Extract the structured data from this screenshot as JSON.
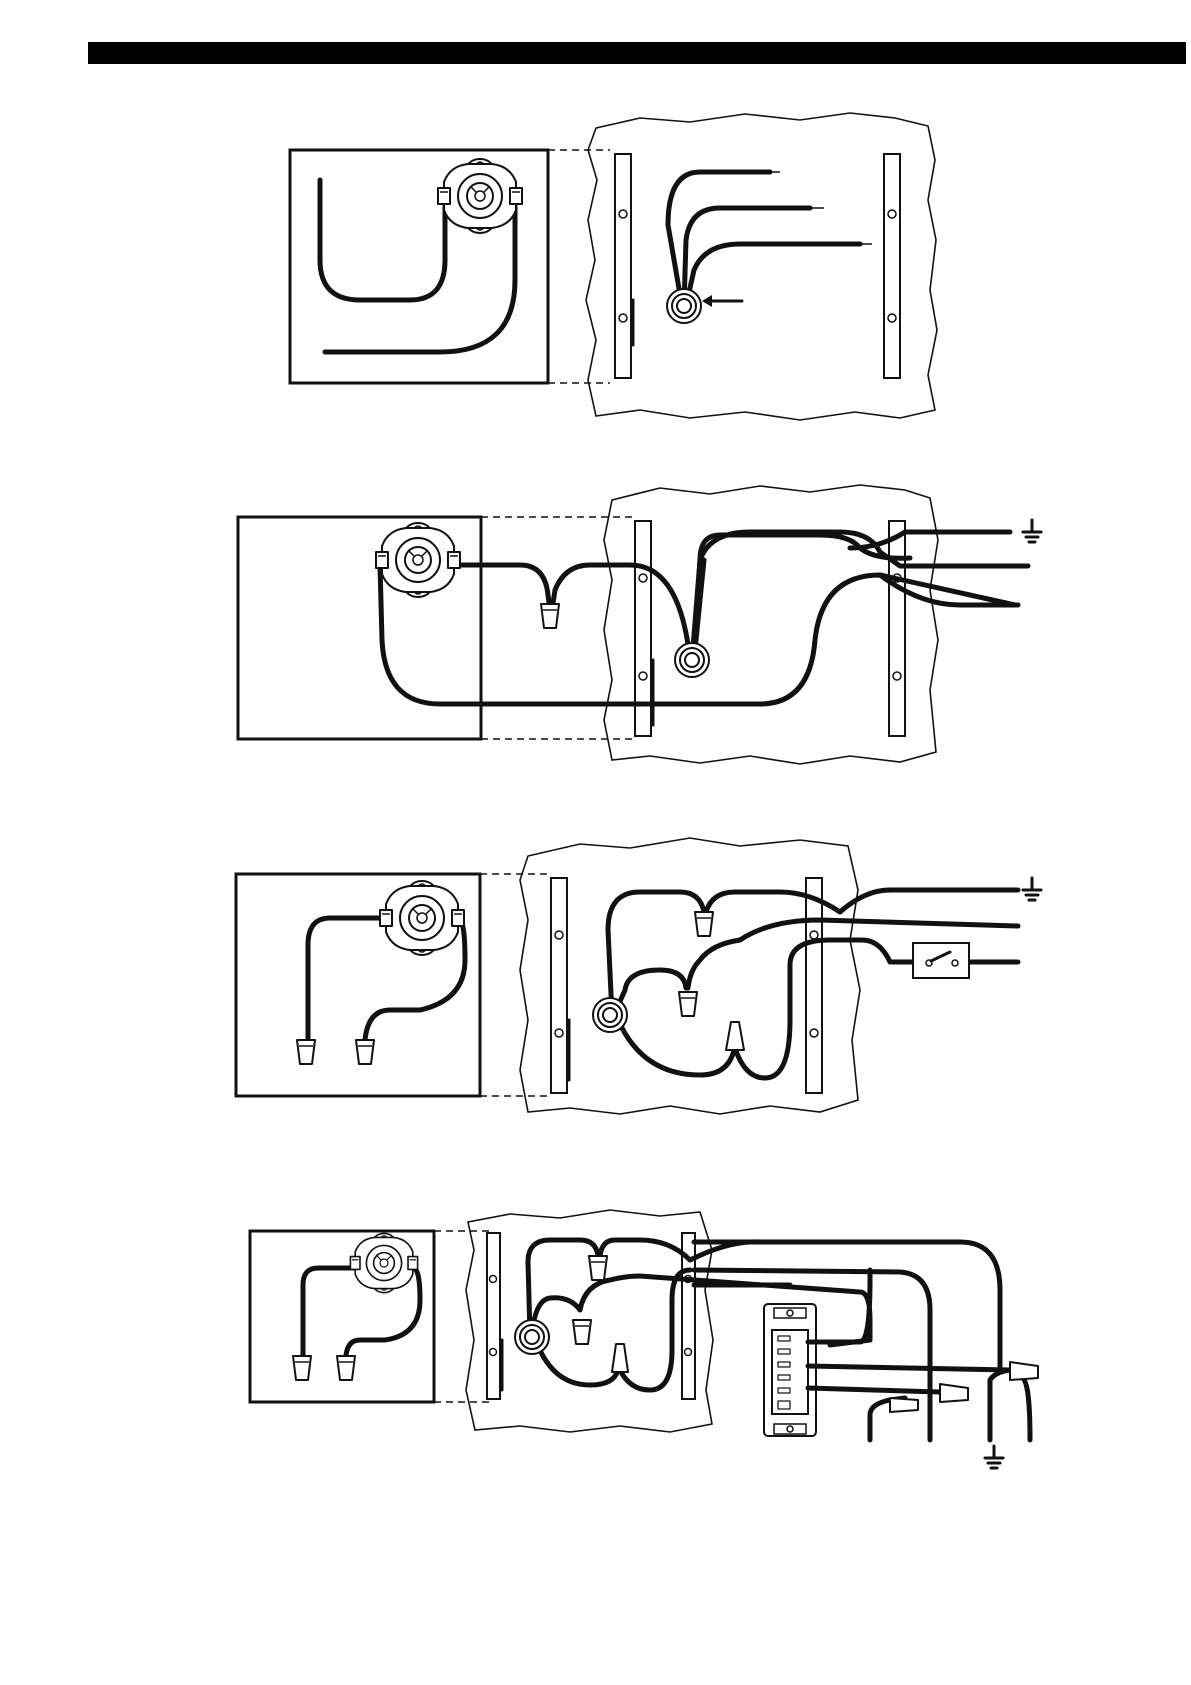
{
  "diagram": {
    "steps": [
      {
        "id": "step-1",
        "kind": "remove-thermostat-wires"
      },
      {
        "id": "step-2",
        "kind": "two-wire-connection"
      },
      {
        "id": "step-3",
        "kind": "switch-connection"
      },
      {
        "id": "step-4",
        "kind": "timer-connection"
      }
    ],
    "symbols": {
      "ground": "ground-symbol",
      "wire_nut": "wire-nut",
      "thermostat": "thermostat",
      "grommet": "cable-clamp",
      "switch": "switch",
      "timer": "timer-switch"
    }
  }
}
